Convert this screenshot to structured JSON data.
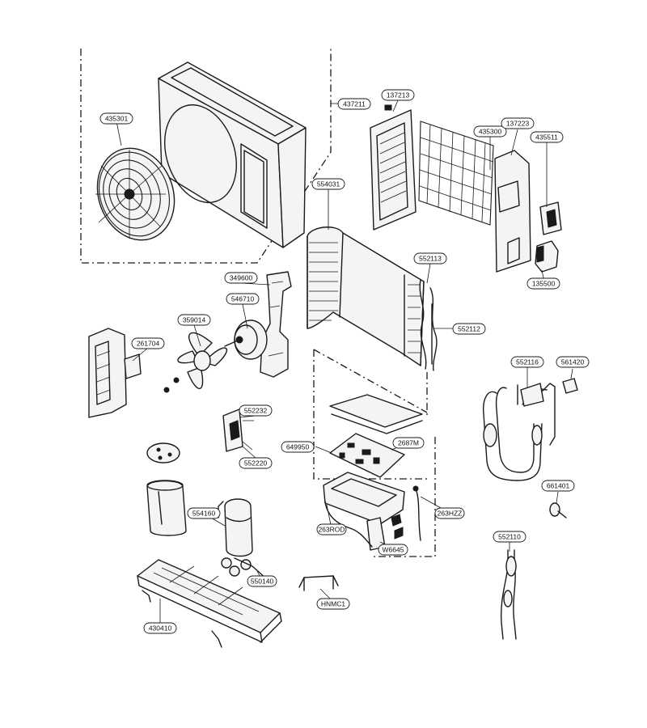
{
  "colors": {
    "line": "#1a1a1a",
    "background": "#ffffff"
  },
  "labels": {
    "p437211": "437211",
    "p435301": "435301",
    "p137213": "137213",
    "p435300": "435300",
    "p137223": "137223",
    "p435511": "435511",
    "p554031": "554031",
    "p552113": "552113",
    "p552112": "552112",
    "p135500": "135500",
    "p349600": "349600",
    "p546710": "546710",
    "p359014": "359014",
    "p261704": "261704",
    "p552232": "552232",
    "p552220": "552220",
    "p649950": "649950",
    "p2687M": "2687M",
    "p552116": "552116",
    "p561420": "561420",
    "p554160": "554160",
    "p263HZZ": "263HZZ",
    "p263ROD": "263ROD",
    "pW6645": "W6645",
    "p661401": "661401",
    "p550140": "550140",
    "pHNMC1": "HNMC1",
    "p552110": "552110",
    "p430410": "430410"
  }
}
